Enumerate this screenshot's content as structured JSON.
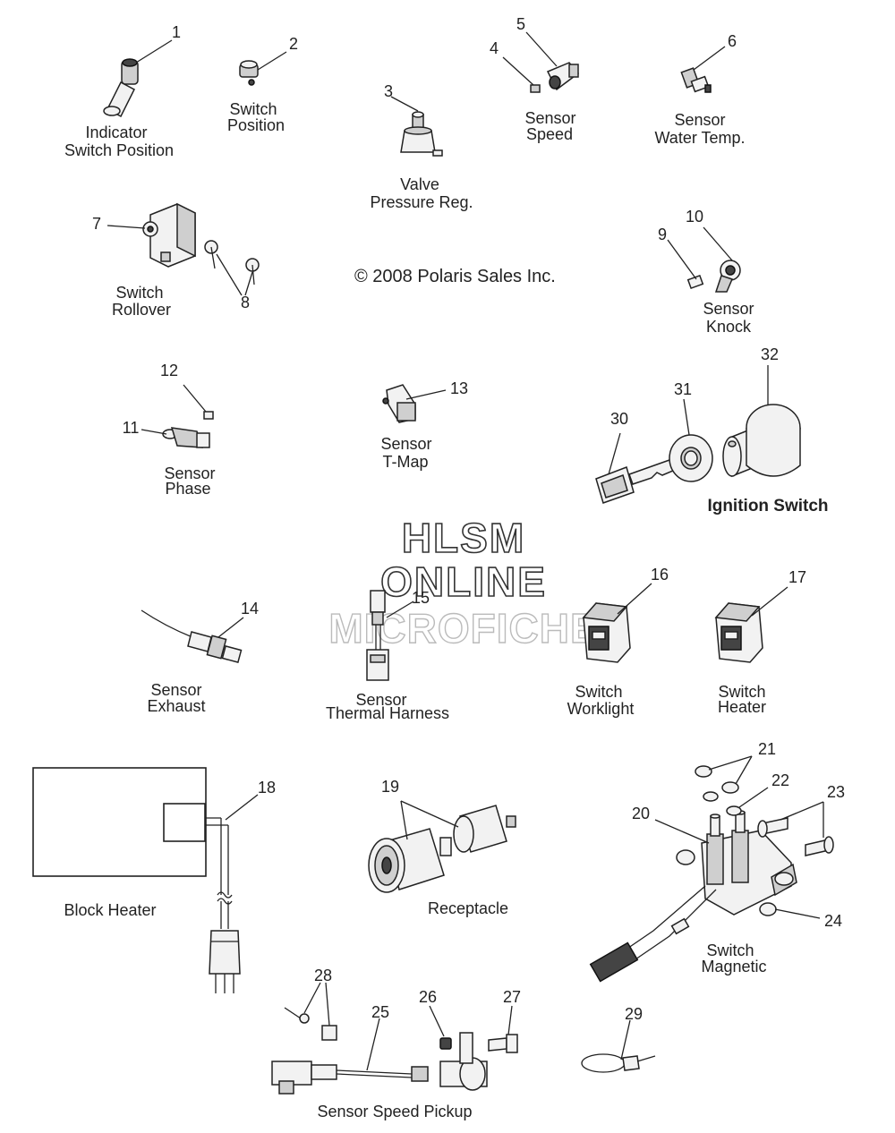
{
  "copyright": "© 2008 Polaris Sales Inc.",
  "watermark": {
    "line1": "HLSM",
    "line2": "ONLINE",
    "line3": "MICROFICHE"
  },
  "labels": {
    "indicator_switch_position": [
      "Indicator",
      "Switch Position"
    ],
    "switch_position": [
      "Switch",
      "Position"
    ],
    "valve_pressure_reg": [
      "Valve",
      "Pressure Reg."
    ],
    "sensor_speed": [
      "Sensor",
      "Speed"
    ],
    "sensor_water_temp": [
      "Sensor",
      "Water Temp."
    ],
    "switch_rollover": [
      "Switch",
      "Rollover"
    ],
    "sensor_knock": [
      "Sensor",
      "Knock"
    ],
    "sensor_phase": [
      "Sensor",
      "Phase"
    ],
    "sensor_tmap": [
      "Sensor",
      "T-Map"
    ],
    "ignition_switch": "Ignition Switch",
    "sensor_exhaust": [
      "Sensor",
      "Exhaust"
    ],
    "sensor_thermal_harness": [
      "Sensor",
      "Thermal Harness"
    ],
    "switch_worklight": [
      "Switch",
      "Worklight"
    ],
    "switch_heater": [
      "Switch",
      "Heater"
    ],
    "block_heater": "Block Heater",
    "receptacle": "Receptacle",
    "switch_magnetic": [
      "Switch",
      "Magnetic"
    ],
    "sensor_speed_pickup": "Sensor Speed Pickup"
  },
  "callouts": [
    "1",
    "2",
    "3",
    "4",
    "5",
    "6",
    "7",
    "8",
    "9",
    "10",
    "11",
    "12",
    "13",
    "14",
    "15",
    "16",
    "17",
    "18",
    "19",
    "20",
    "21",
    "22",
    "23",
    "24",
    "25",
    "26",
    "27",
    "28",
    "29",
    "30",
    "31",
    "32"
  ]
}
